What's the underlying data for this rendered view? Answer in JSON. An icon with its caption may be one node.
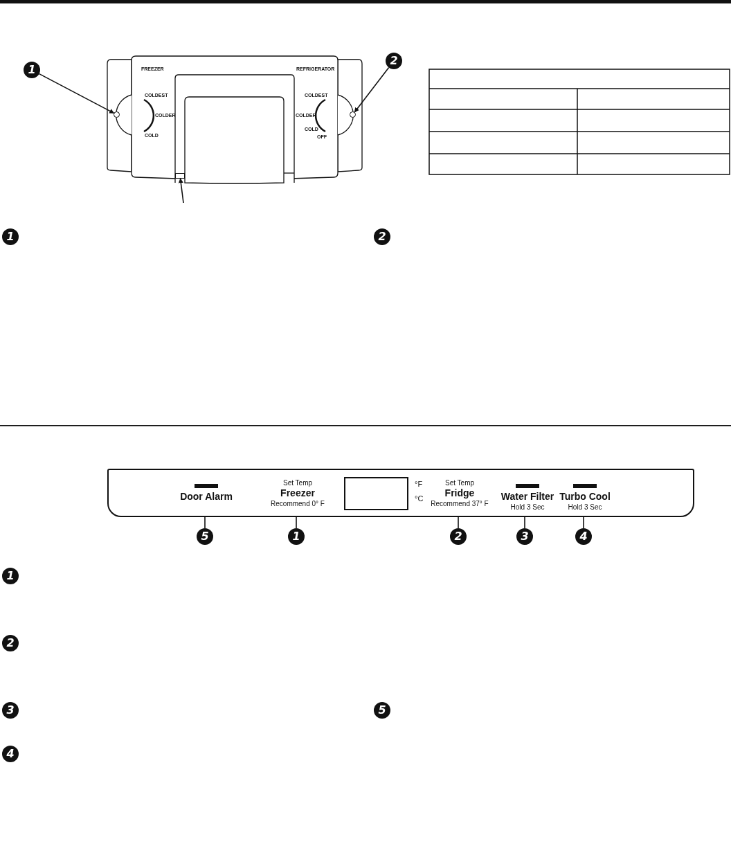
{
  "diagram": {
    "nodes": [
      {
        "text": [
          "1"
        ]
      },
      {
        "text": [
          "2"
        ]
      },
      {
        "text": [],
        "shape": "circle"
      },
      {
        "text": [],
        "shape": "circle"
      },
      {
        "text": [],
        "shape": "box"
      },
      {
        "text": [
          "1"
        ]
      },
      {
        "text": [
          "2"
        ]
      },
      {
        "text": [],
        "shape": "box"
      },
      {
        "text": [
          "Door Alarm"
        ],
        "in": 7
      },
      {
        "text": [
          "Set Temp",
          "Freezer",
          "Recommend 0° F"
        ],
        "in": 7
      },
      {
        "text": [
          "Set Temp",
          "Fridge",
          "Recommend 37° F"
        ],
        "in": 7
      },
      {
        "text": [
          "Water Filter",
          "Hold 3 Sec"
        ],
        "in": 7
      },
      {
        "text": [
          "Turbo Cool",
          "Hold 3 Sec"
        ],
        "in": 7
      },
      {
        "text": [
          "5"
        ]
      },
      {
        "text": [
          "1"
        ]
      },
      {
        "text": [
          "2"
        ]
      },
      {
        "text": [
          "3"
        ]
      },
      {
        "text": [
          "4"
        ]
      },
      {
        "text": [
          "1"
        ]
      },
      {
        "text": [
          "2"
        ]
      },
      {
        "text": [
          "3"
        ]
      },
      {
        "text": [
          "5"
        ]
      },
      {
        "text": [
          "4"
        ]
      },
      {
        "text": [],
        "shape": "box",
        "in": 7
      }
    ],
    "edges": [
      {
        "from": 0,
        "to": 2,
        "arrow": "to"
      },
      {
        "from": 1,
        "to": 3,
        "arrow": "to"
      },
      {
        "from": null,
        "to": 4,
        "arrow": "to"
      },
      {
        "from": 13,
        "to": 8,
        "arrow": "none"
      },
      {
        "from": 14,
        "to": 9,
        "arrow": "none"
      },
      {
        "from": 15,
        "to": 10,
        "arrow": "none"
      },
      {
        "from": 16,
        "to": 11,
        "arrow": "none"
      },
      {
        "from": 17,
        "to": 12,
        "arrow": "none"
      }
    ],
    "labels": [
      "FREEZER",
      "COLDEST",
      "COLDER",
      "COLD",
      "REFRIGERATOR",
      "COLDEST",
      "COLDER",
      "COLD",
      "OFF",
      "°F",
      "°C"
    ]
  }
}
